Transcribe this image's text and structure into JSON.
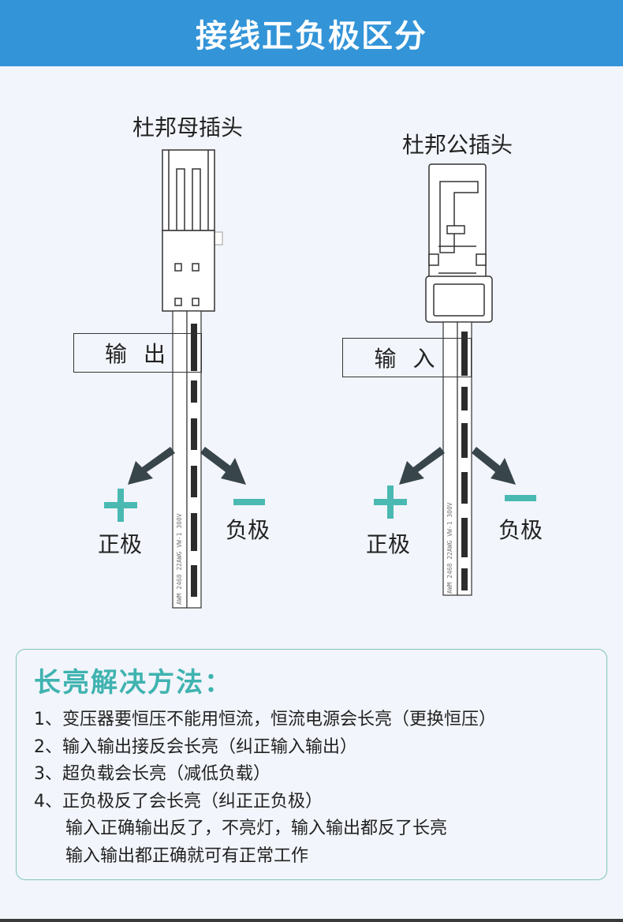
{
  "header": {
    "title": "接线正负极区分"
  },
  "diagram": {
    "left": {
      "title": "杜邦母插头",
      "box_label": "输 出",
      "plus_label": "正极",
      "minus_label": "负极",
      "wire_text": "AWM 2468 22AWG VW-1 300V"
    },
    "right": {
      "title": "杜邦公插头",
      "box_label": "输 入",
      "plus_label": "正极",
      "minus_label": "负极",
      "wire_text": "AWM 2468 22AWG VW-1 300V"
    },
    "colors": {
      "accent": "#4ab9b2",
      "arrow": "#38454a",
      "header": "#3394d8"
    }
  },
  "panel": {
    "title": "长亮解决方法：",
    "items": [
      "1、变压器要恒压不能用恒流，恒流电源会长亮（更换恒压）",
      "2、输入输出接反会长亮（纠正输入输出）",
      "3、超负载会长亮（减低负载）",
      "4、正负极反了会长亮（纠正正负极）",
      "输入正确输出反了，不亮灯，输入输出都反了长亮",
      "输入输出都正确就可有正常工作"
    ]
  }
}
